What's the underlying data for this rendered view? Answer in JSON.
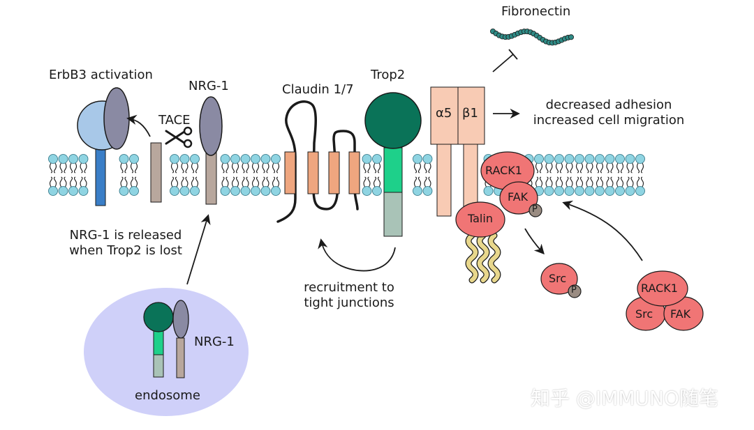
{
  "labels": {
    "erbb3_activation": "ErbB3 activation",
    "nrg1_top": "NRG-1",
    "tace": "TACE",
    "claudin": "Claudin 1/7",
    "trop2": "Trop2",
    "fibronectin": "Fibronectin",
    "alpha5": "α5",
    "beta1": "β1",
    "outcome_line1": "decreased adhesion",
    "outcome_line2": "increased cell migration",
    "rack1_membrane": "RACK1",
    "fak_membrane": "FAK",
    "p_fak": "P",
    "talin": "Talin",
    "src_free": "Src",
    "p_src": "P",
    "rack1_complex": "RACK1",
    "src_complex": "Src",
    "fak_complex": "FAK",
    "nrg1_release_line1": "NRG-1 is released",
    "nrg1_release_line2": "when Trop2 is lost",
    "recruit_line1": "recruitment to",
    "recruit_line2": "tight junctions",
    "nrg1_endosome": "NRG-1",
    "endosome": "endosome"
  },
  "watermark": "知乎 @IMMUNO随笔",
  "colors": {
    "trop2_dark": "#0a7358",
    "trop2_green": "#1ed08a",
    "trop2_grey": "#a9c3b7",
    "erbb3_light": "#a8c8e8",
    "erbb3_stalk": "#3a7ec7",
    "nrg1": "#8a8aa3",
    "nrg1_stalk": "#b8a79d",
    "claudin_seg": "#efa67f",
    "integrin": "#f8cbb4",
    "protein_red": "#f07575",
    "phospho": "#9a8c82",
    "lipid_head": "#8fd4e2",
    "endosome": "#cfd0f9",
    "talin_tail": "#e8d78c"
  }
}
